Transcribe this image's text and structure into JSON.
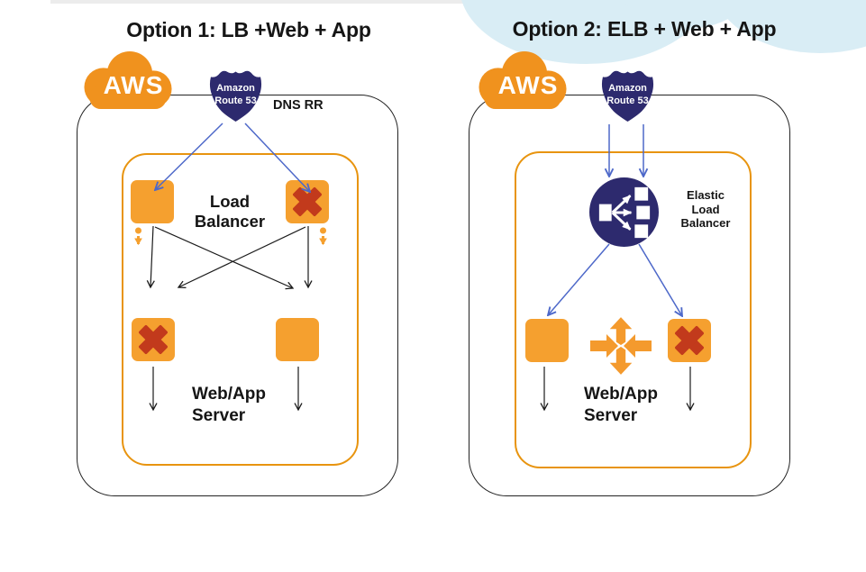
{
  "panels": [
    {
      "title": "Option 1: LB +Web + App",
      "aws_label": "AWS",
      "route53_lines": [
        "Amazon",
        "Route 53"
      ],
      "dns_label": "DNS RR",
      "lb_label": "Load Balancer",
      "server_label": "Web/App Server",
      "lb_nodes_status": [
        "healthy",
        "failed"
      ],
      "server_nodes_status": [
        "failed",
        "healthy"
      ]
    },
    {
      "title": "Option 2: ELB + Web + App",
      "aws_label": "AWS",
      "route53_lines": [
        "Amazon",
        "Route 53"
      ],
      "elb_label": "Elastic Load Balancer",
      "server_label": "Web/App Server",
      "server_nodes_status": [
        "healthy",
        "failed"
      ]
    }
  ],
  "icons": {
    "aws_cloud": "orange cloud with AWS wordmark",
    "route53": "navy highway-badge shield",
    "elb": "navy circle, one node fanning to three nodes",
    "autoscaling": "orange four-way arrows (up/down out, left/right in)",
    "failed_x": "dark red thick X on orange square",
    "mini_arrow": "small orange dot-tail down arrow"
  },
  "colors": {
    "node_orange": "#f5a02f",
    "cloud_orange": "#f0921e",
    "inner_border_orange": "#e8940f",
    "failed_red": "#c23a1c",
    "navy": "#2d2a6e",
    "blue_arrow": "#4d68c9",
    "black_line": "#1a1a1a",
    "sky_cloud_blue": "#d9edf5",
    "top_strip_gray": "#ececec"
  }
}
